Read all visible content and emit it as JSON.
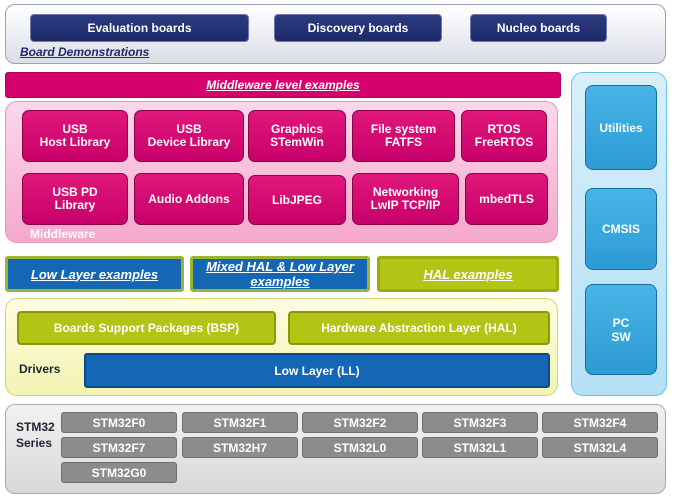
{
  "board_demonstrations": {
    "title": "Board Demonstrations",
    "boards": [
      "Evaluation boards",
      "Discovery  boards",
      "Nucleo boards"
    ]
  },
  "middleware": {
    "header": "Middleware level examples",
    "label": "Middleware",
    "row1": [
      {
        "line1": "USB",
        "line2": "Host Library"
      },
      {
        "line1": "USB",
        "line2": "Device Library"
      },
      {
        "line1": "Graphics",
        "line2": "STemWin"
      },
      {
        "line1": "File system",
        "line2": "FATFS"
      },
      {
        "line1": "RTOS",
        "line2": "FreeRTOS"
      }
    ],
    "row2": [
      {
        "line1": "USB PD",
        "line2": "Library"
      },
      {
        "line1": "Audio Addons",
        "line2": ""
      },
      {
        "line1": "LibJPEG",
        "line2": ""
      },
      {
        "line1": "Networking",
        "line2": "LwIP TCP/IP"
      },
      {
        "line1": "mbedTLS",
        "line2": ""
      }
    ]
  },
  "right_column": {
    "utilities": "Utilities",
    "cmsis": "CMSIS",
    "pc_line1": "PC",
    "pc_line2": "SW"
  },
  "examples": {
    "low_layer": "Low Layer examples",
    "mixed_line1": "Mixed HAL & Low Layer",
    "mixed_line2": "examples",
    "hal": "HAL examples"
  },
  "drivers": {
    "label": "Drivers",
    "bsp": "Boards Support Packages (BSP)",
    "hal": "Hardware Abstraction Layer (HAL)",
    "ll": "Low Layer (LL)"
  },
  "series": {
    "label_line1": "STM32",
    "label_line2": "Series",
    "items": [
      "STM32F0",
      "STM32F1",
      "STM32F2",
      "STM32F3",
      "STM32F4",
      "STM32F7",
      "STM32H7",
      "STM32L0",
      "STM32L1",
      "STM32L4",
      "STM32G0"
    ]
  },
  "colors": {
    "board_navy": "#1d2968",
    "middleware_magenta": "#d6006e",
    "right_blue": "#2d9bd4",
    "ll_blue": "#1467b5",
    "lime_green": "#b4c414",
    "chip_gray": "#8c8c8c"
  }
}
